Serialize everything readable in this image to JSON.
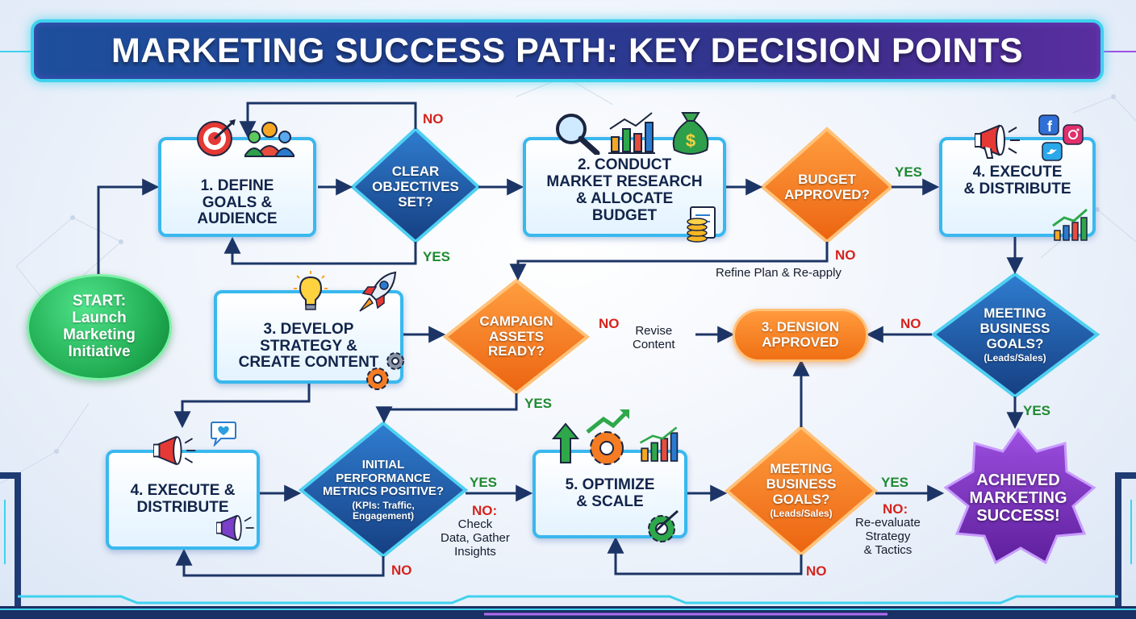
{
  "title": "MARKETING SUCCESS PATH: KEY DECISION POINTS",
  "nodes": {
    "start": [
      "START:",
      "Launch",
      "Marketing",
      "Initiative"
    ],
    "define_goals": [
      "1. DEFINE",
      "GOALS &",
      "AUDIENCE"
    ],
    "clear_objectives": [
      "CLEAR",
      "OBJECTIVES",
      "SET?"
    ],
    "research_budget": [
      "2. CONDUCT",
      "MARKET RESEARCH",
      "& ALLOCATE",
      "BUDGET"
    ],
    "budget_approved": [
      "BUDGET",
      "APPROVED?"
    ],
    "execute_top": [
      "4. EXECUTE",
      "& DISTRIBUTE"
    ],
    "develop_strategy": [
      "3. DEVELOP",
      "STRATEGY &",
      "CREATE CONTENT"
    ],
    "campaign_assets": [
      "CAMPAIGN",
      "ASSETS",
      "READY?"
    ],
    "dension_approved": [
      "3. DENSION",
      "APPROVED"
    ],
    "meeting_goals_right": {
      "lines": [
        "MEETING",
        "BUSINESS",
        "GOALS?"
      ],
      "sub": "(Leads/Sales)"
    },
    "execute_bottom": [
      "4. EXECUTE &",
      "DISTRIBUTE"
    ],
    "initial_metrics": {
      "lines": [
        "INITIAL",
        "PERFORMANCE",
        "METRICS POSITIVE?"
      ],
      "sub": [
        "(KPIs: Traffic,",
        "Engagement)"
      ]
    },
    "optimize_scale": [
      "5. OPTIMIZE",
      "& SCALE"
    ],
    "meeting_goals_bottom": {
      "lines": [
        "MEETING",
        "BUSINESS",
        "GOALS?"
      ],
      "sub": "(Leads/Sales)"
    },
    "achieved": [
      "ACHIEVED",
      "MARKETING",
      "SUCCESS!"
    ]
  },
  "labels": {
    "no": "NO",
    "yes": "YES",
    "refine_plan": "Refine Plan & Re-apply",
    "revise_content": [
      "Revise",
      "Content"
    ],
    "no_check": "NO:",
    "check_data": [
      "Check",
      "Data, Gather",
      "Insights"
    ],
    "no_reevaluate": "NO:",
    "reevaluate": [
      "Re-evaluate",
      "Strategy",
      "& Tactics"
    ]
  },
  "colors": {
    "title_bg": "#243f93",
    "title_border": "#3fd2ee",
    "process_border": "#39b8ee",
    "decision_blue": "#1e5fa8",
    "decision_orange": "#f37a1e",
    "start_green": "#22b155",
    "success_purple": "#7b32b8",
    "arrow": "#1c3566",
    "no_red": "#d4241e",
    "yes_green": "#1f8a32"
  },
  "icons": [
    "target-icon",
    "people-icon",
    "magnifier-icon",
    "bar-chart-icon",
    "money-bag-icon",
    "document-icon",
    "coins-icon",
    "megaphone-icon",
    "facebook-icon",
    "instagram-icon",
    "twitter-icon",
    "growth-chart-icon",
    "lightbulb-icon",
    "rocket-icon",
    "gears-icon",
    "heart-chat-icon",
    "up-arrow-icon",
    "gear-icon"
  ]
}
